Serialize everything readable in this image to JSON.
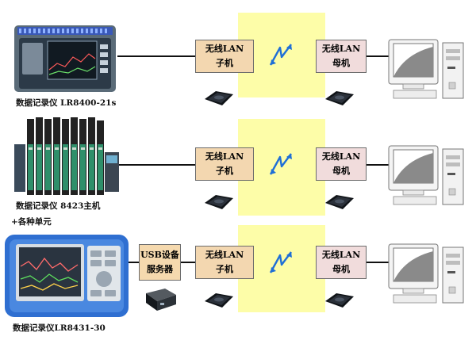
{
  "rows": [
    {
      "device_caption": "数据记录仪 LR8400-21s",
      "child_label": [
        "无线LAN",
        "子机"
      ],
      "parent_label": [
        "无线LAN",
        "母机"
      ]
    },
    {
      "device_caption": "数据记录仪 8423主机",
      "device_caption2": "+各种单元",
      "child_label": [
        "无线LAN",
        "子机"
      ],
      "parent_label": [
        "无线LAN",
        "母机"
      ]
    },
    {
      "device_caption": "数据记录仪LR8431-30",
      "usb_label": [
        "USB设备",
        "服务器"
      ],
      "child_label": [
        "无线LAN",
        "子机"
      ],
      "parent_label": [
        "无线LAN",
        "母机"
      ]
    }
  ],
  "colors": {
    "wireless_band": "#fdfda8",
    "child_box": "#f3d7b0",
    "parent_box": "#f1dcdc",
    "signal": "#1f6fd6"
  },
  "icons": [
    "data-logger-icon",
    "wireless-adapter-icon",
    "wireless-signal-icon",
    "computer-icon",
    "usb-server-icon"
  ]
}
